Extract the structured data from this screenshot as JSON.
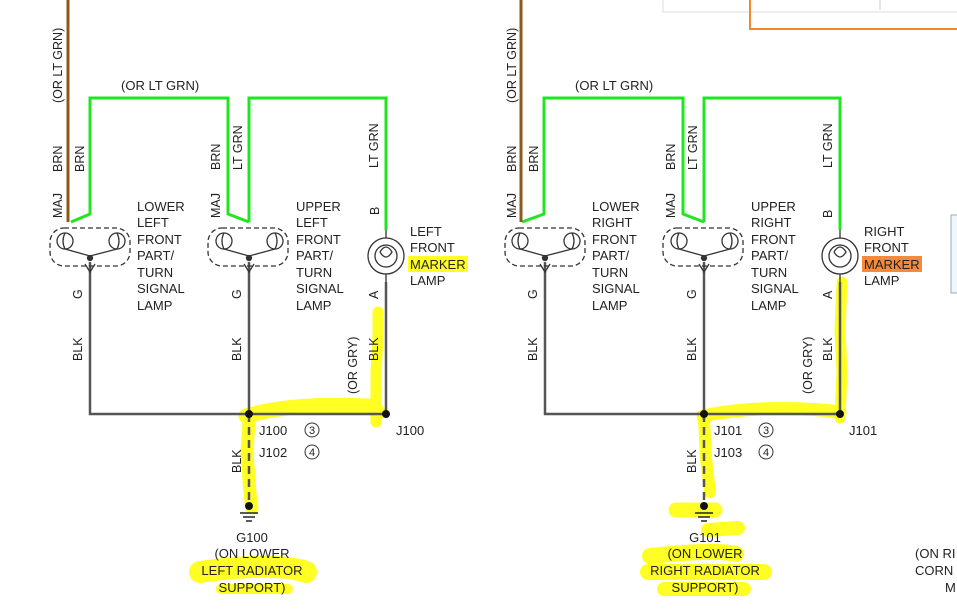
{
  "colors": {
    "green_wire": "#22e522",
    "brown_wire": "#8b5a1b",
    "black_wire": "#555555",
    "highlight_yellow": "#ffff24",
    "highlight_orange": "#f58a3c",
    "ui_orange_border": "#f5892a"
  },
  "left": {
    "or_lt_grn_top": "(OR LT GRN)",
    "or_lt_grn_vertical": "(OR LT GRN)",
    "wire_brn_1": "BRN",
    "wire_brn_2": "BRN",
    "wire_maj_1": "MAJ",
    "wire_brn_3": "BRN",
    "wire_lt_grn_1": "LT GRN",
    "wire_maj_2": "MAJ",
    "wire_lt_grn_2": "LT GRN",
    "pin_b": "B",
    "pin_g_1": "G",
    "pin_g_2": "G",
    "pin_a": "A",
    "blk_1": "BLK",
    "blk_2": "BLK",
    "blk_3": "BLK",
    "blk_4": "BLK",
    "or_gry": "(OR GRY)",
    "lamp1": [
      "LOWER",
      "LEFT",
      "FRONT",
      "PART/",
      "TURN",
      "SIGNAL",
      "LAMP"
    ],
    "lamp2": [
      "UPPER",
      "LEFT",
      "FRONT",
      "PART/",
      "TURN",
      "SIGNAL",
      "LAMP"
    ],
    "marker": {
      "line1": "LEFT",
      "line2": "FRONT",
      "highlight": "MARKER",
      "line4": "LAMP"
    },
    "splice_a": "J100",
    "splice_b": "J102",
    "circle_a": "3",
    "circle_b": "4",
    "splice_right": "J100",
    "ground": [
      "G100",
      "(ON LOWER",
      "LEFT RADIATOR",
      "SUPPORT)"
    ]
  },
  "right": {
    "or_lt_grn_top": "(OR LT GRN)",
    "or_lt_grn_vertical": "(OR LT GRN)",
    "wire_brn_1": "BRN",
    "wire_brn_2": "BRN",
    "wire_maj_1": "MAJ",
    "wire_brn_3": "BRN",
    "wire_lt_grn_1": "LT GRN",
    "wire_maj_2": "MAJ",
    "wire_lt_grn_2": "LT GRN",
    "pin_b": "B",
    "pin_g_1": "G",
    "pin_g_2": "G",
    "pin_a": "A",
    "blk_1": "BLK",
    "blk_2": "BLK",
    "blk_3": "BLK",
    "blk_4": "BLK",
    "or_gry": "(OR GRY)",
    "lamp1": [
      "LOWER",
      "RIGHT",
      "FRONT",
      "PART/",
      "TURN",
      "SIGNAL",
      "LAMP"
    ],
    "lamp2": [
      "UPPER",
      "RIGHT",
      "FRONT",
      "PART/",
      "TURN",
      "SIGNAL",
      "LAMP"
    ],
    "marker": {
      "line1": "RIGHT",
      "line2": "FRONT",
      "highlight": "MARKER",
      "line4": "LAMP"
    },
    "splice_a": "J101",
    "splice_b": "J103",
    "circle_a": "3",
    "circle_b": "4",
    "splice_right": "J101",
    "ground": [
      "G101",
      "(ON LOWER",
      "RIGHT RADIATOR",
      "SUPPORT)"
    ]
  },
  "far_right": {
    "line1": "(ON RI",
    "line2": "CORN",
    "line3": "M"
  }
}
